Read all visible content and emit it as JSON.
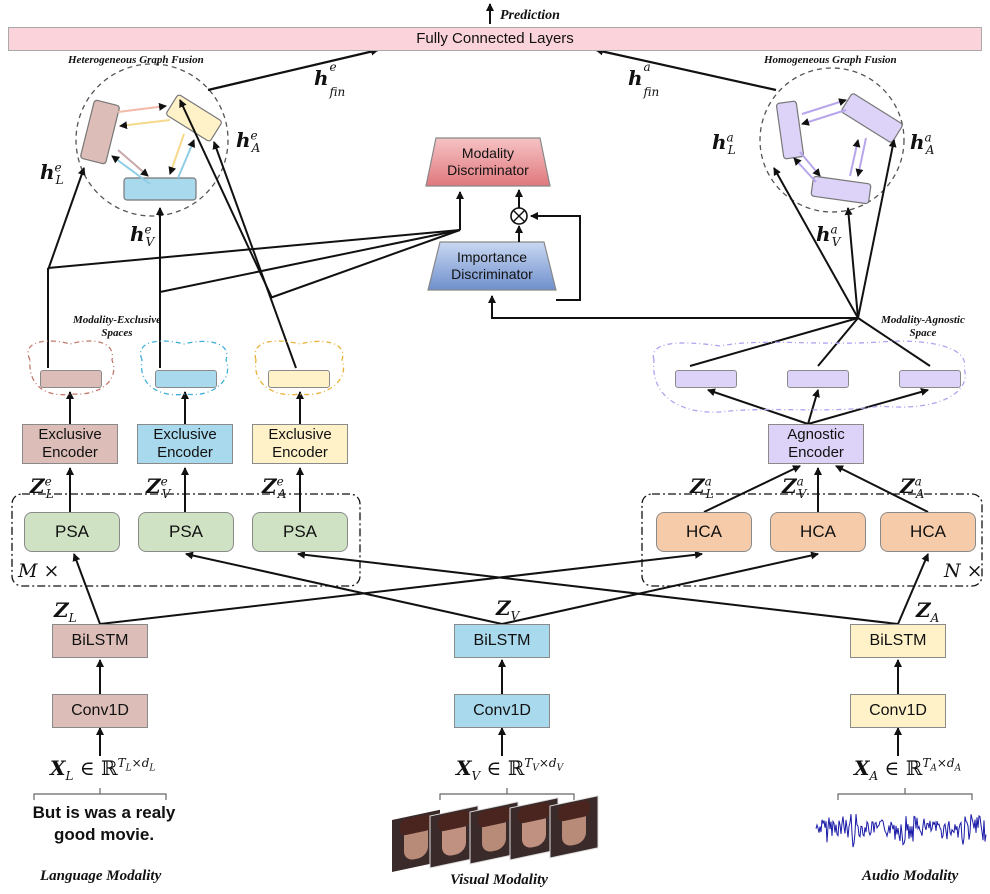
{
  "header": {
    "prediction": "Prediction",
    "fc_layers": "Fully Connected Layers"
  },
  "fusion": {
    "hetero_title": "Heterogeneous Graph Fusion",
    "homo_title": "Homogeneous Graph Fusion",
    "h_fin_e": "h",
    "h_fin_e_sub": "fin",
    "h_fin_e_sup": "e",
    "h_fin_a": "h",
    "h_fin_a_sub": "fin",
    "h_fin_a_sup": "a",
    "h_L_e": "h",
    "h_L_e_sub": "L",
    "h_L_e_sup": "e",
    "h_A_e": "h",
    "h_A_e_sub": "A",
    "h_A_e_sup": "e",
    "h_V_e": "h",
    "h_V_e_sub": "V",
    "h_V_e_sup": "e",
    "h_L_a": "h",
    "h_L_a_sub": "L",
    "h_L_a_sup": "a",
    "h_A_a": "h",
    "h_A_a_sub": "A",
    "h_A_a_sup": "a",
    "h_V_a": "h",
    "h_V_a_sub": "V",
    "h_V_a_sup": "a"
  },
  "discriminators": {
    "modality": "Modality Discriminator",
    "importance": "Importance Discriminator",
    "multiply": "⊗"
  },
  "spaces": {
    "exclusive": "Modality-Exclusive Spaces",
    "agnostic": "Modality-Agnostic Space"
  },
  "encoders": {
    "exclusive_L": "Exclusive Encoder",
    "exclusive_V": "Exclusive Encoder",
    "exclusive_A": "Exclusive Encoder",
    "agnostic": "Agnostic Encoder"
  },
  "z_labels": {
    "zeL": "Z",
    "zeL_sub": "L",
    "zeL_sup": "e",
    "zeV": "Z",
    "zeV_sub": "V",
    "zeV_sup": "e",
    "zeA": "Z",
    "zeA_sub": "A",
    "zeA_sup": "e",
    "zaL": "Z",
    "zaL_sub": "L",
    "zaL_sup": "a",
    "zaV": "Z",
    "zaV_sub": "V",
    "zaV_sup": "a",
    "zaA": "Z",
    "zaA_sub": "A",
    "zaA_sup": "a",
    "zL": "Z",
    "zL_sub": "L",
    "zV": "Z",
    "zV_sub": "V",
    "zA": "Z",
    "zA_sub": "A"
  },
  "blocks": {
    "psa": "PSA",
    "hca": "HCA",
    "m_times": "M ×",
    "n_times": "N ×",
    "bilstm": "BiLSTM",
    "conv1d": "Conv1D"
  },
  "inputs": {
    "xL": "X",
    "xL_sub": "L",
    "xL_rest": " ∈ ℝ",
    "xL_sup": "T",
    "xL_sup_sub": "L",
    "xL_sup_mid": "×d",
    "xL_sup_sub2": "L",
    "xV": "X",
    "xV_sub": "V",
    "xV_rest": " ∈ ℝ",
    "xV_sup": "T",
    "xV_sup_sub": "V",
    "xV_sup_mid": "×d",
    "xV_sup_sub2": "V",
    "xA": "X",
    "xA_sub": "A",
    "xA_rest": " ∈ ℝ",
    "xA_sup": "T",
    "xA_sup_sub": "A",
    "xA_sup_mid": "×d",
    "xA_sup_sub2": "A",
    "sentence": "But is was a realy good movie."
  },
  "captions": {
    "language": "Language Modality",
    "visual": "Visual Modality",
    "audio": "Audio Modality"
  },
  "colors": {
    "pink": "#dcbdb8",
    "blue": "#a9d9ec",
    "cream": "#fff2c9",
    "lavender": "#ddd2f7",
    "green": "#cfe3c4",
    "peach": "#f6cba9",
    "fc_bar": "#fbd3da",
    "modality_disc": "#e88a8e",
    "importance_disc": "#7d9ad0",
    "audio_wave": "#1a1aa8"
  }
}
